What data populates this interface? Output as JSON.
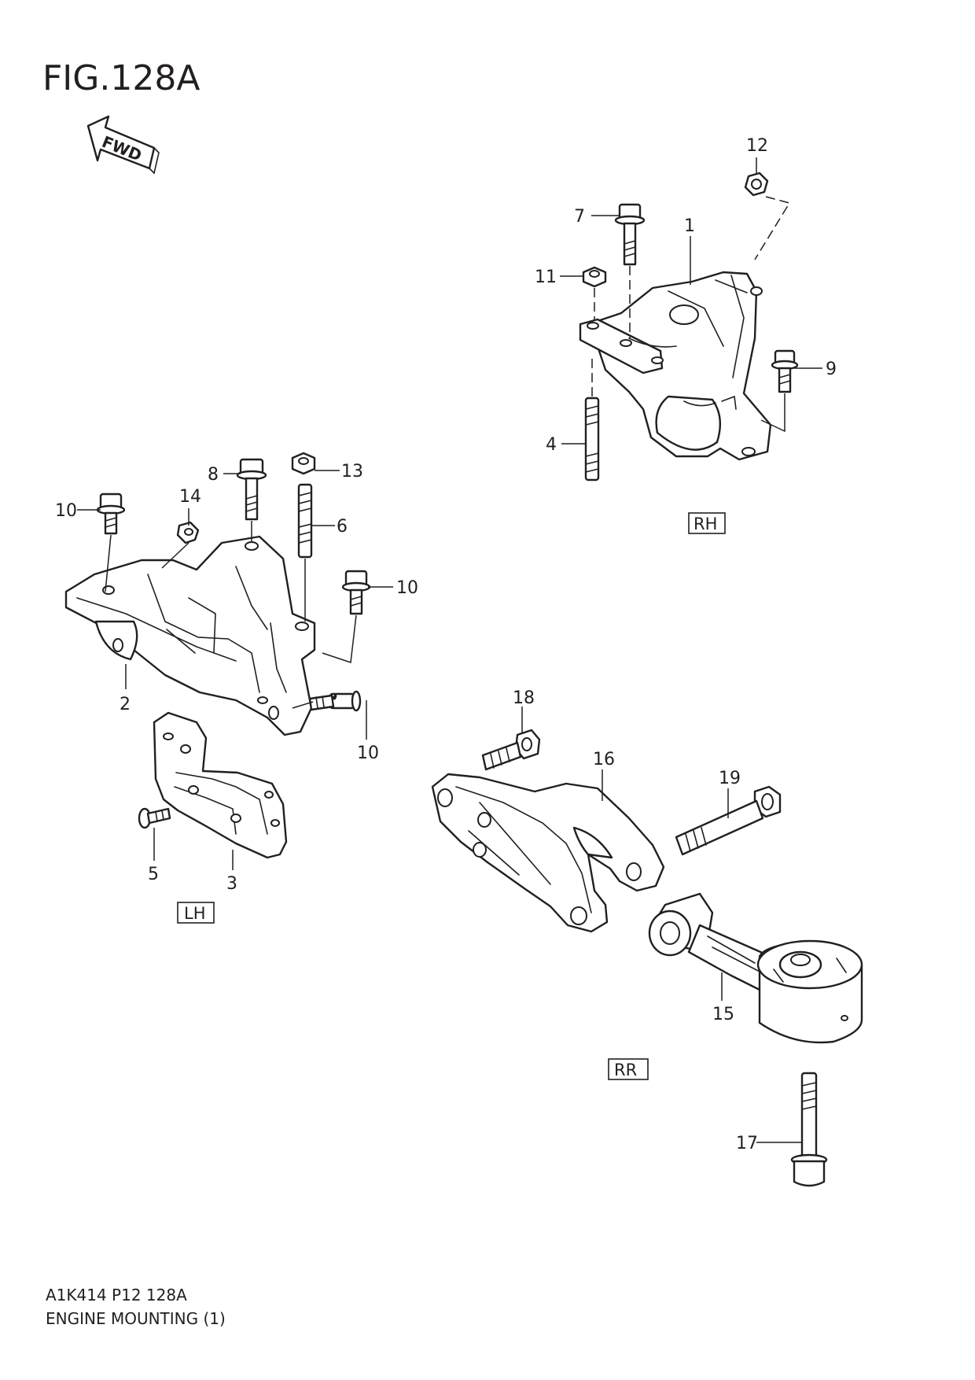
{
  "figure": {
    "title": "FIG.128A",
    "fwd_label": "FWD",
    "code": "A1K414 P12 128A",
    "name": "ENGINE MOUNTING (1)"
  },
  "section_labels": {
    "rh": "RH",
    "lh": "LH",
    "rr": "RR"
  },
  "callouts": [
    {
      "id": "c12",
      "label": "12"
    },
    {
      "id": "c7",
      "label": "7"
    },
    {
      "id": "c1",
      "label": "1"
    },
    {
      "id": "c11",
      "label": "11"
    },
    {
      "id": "c9",
      "label": "9"
    },
    {
      "id": "c4",
      "label": "4"
    },
    {
      "id": "c8",
      "label": "8"
    },
    {
      "id": "c13",
      "label": "13"
    },
    {
      "id": "c14",
      "label": "14"
    },
    {
      "id": "c10a",
      "label": "10"
    },
    {
      "id": "c6",
      "label": "6"
    },
    {
      "id": "c10b",
      "label": "10"
    },
    {
      "id": "c2",
      "label": "2"
    },
    {
      "id": "c10c",
      "label": "10"
    },
    {
      "id": "c18",
      "label": "18"
    },
    {
      "id": "c16",
      "label": "16"
    },
    {
      "id": "c19",
      "label": "19"
    },
    {
      "id": "c5",
      "label": "5"
    },
    {
      "id": "c3",
      "label": "3"
    },
    {
      "id": "c15",
      "label": "15"
    },
    {
      "id": "c17",
      "label": "17"
    }
  ]
}
